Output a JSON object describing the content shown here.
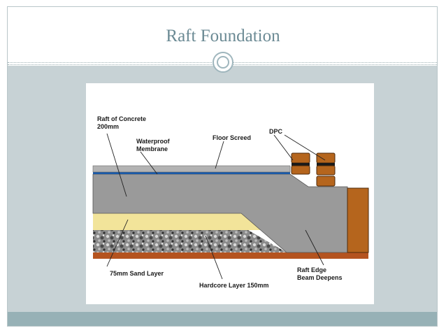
{
  "slide": {
    "title": "Raft Foundation"
  },
  "diagram": {
    "labels": {
      "raft_line1": "Raft of Concrete",
      "raft_line2": "200mm",
      "membrane_line1": "Waterproof",
      "membrane_line2": "Membrane",
      "screed": "Floor Screed",
      "dpc": "DPC",
      "sand": "75mm Sand Layer",
      "hardcore": "Hardcore Layer 150mm",
      "edge_line1": "Raft Edge",
      "edge_line2": "Beam Deepens"
    },
    "colors": {
      "concrete": "#9a9a9a",
      "screed": "#b3b3b3",
      "membrane": "#1b5aa8",
      "sand": "#f2e49a",
      "hardcore": "#7d7d7d",
      "brick": "#b5651d",
      "ground": "#b4531f"
    }
  }
}
